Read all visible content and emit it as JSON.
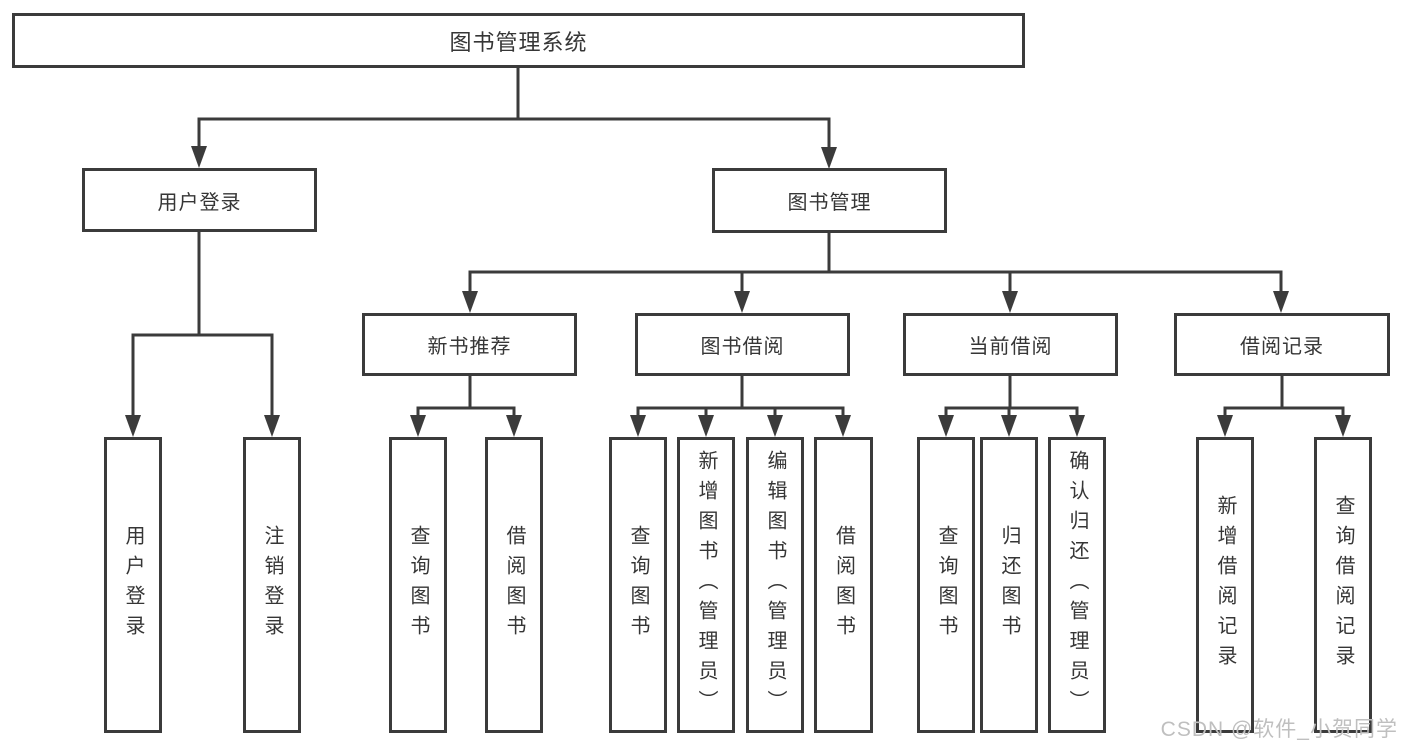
{
  "tree": {
    "root": {
      "label": "图书管理系统"
    },
    "branches": [
      {
        "label": "用户登录",
        "children": [
          {
            "label": "用户登录"
          },
          {
            "label": "注销登录"
          }
        ]
      },
      {
        "label": "图书管理",
        "children": [
          {
            "label": "新书推荐",
            "children": [
              {
                "label": "查询图书"
              },
              {
                "label": "借阅图书"
              }
            ]
          },
          {
            "label": "图书借阅",
            "children": [
              {
                "label": "查询图书"
              },
              {
                "label": "新增图书（管理员）"
              },
              {
                "label": "编辑图书（管理员）"
              },
              {
                "label": "借阅图书"
              }
            ]
          },
          {
            "label": "当前借阅",
            "children": [
              {
                "label": "查询图书"
              },
              {
                "label": "归还图书"
              },
              {
                "label": "确认归还（管理员）"
              }
            ]
          },
          {
            "label": "借阅记录",
            "children": [
              {
                "label": "新增借阅记录"
              },
              {
                "label": "查询借阅记录"
              }
            ]
          }
        ]
      }
    ]
  },
  "watermark": "CSDN @软件_小贺同学",
  "colors": {
    "line": "#3b3b3b",
    "text": "#363636",
    "watermark": "#bfbfbf",
    "background": "#ffffff"
  }
}
